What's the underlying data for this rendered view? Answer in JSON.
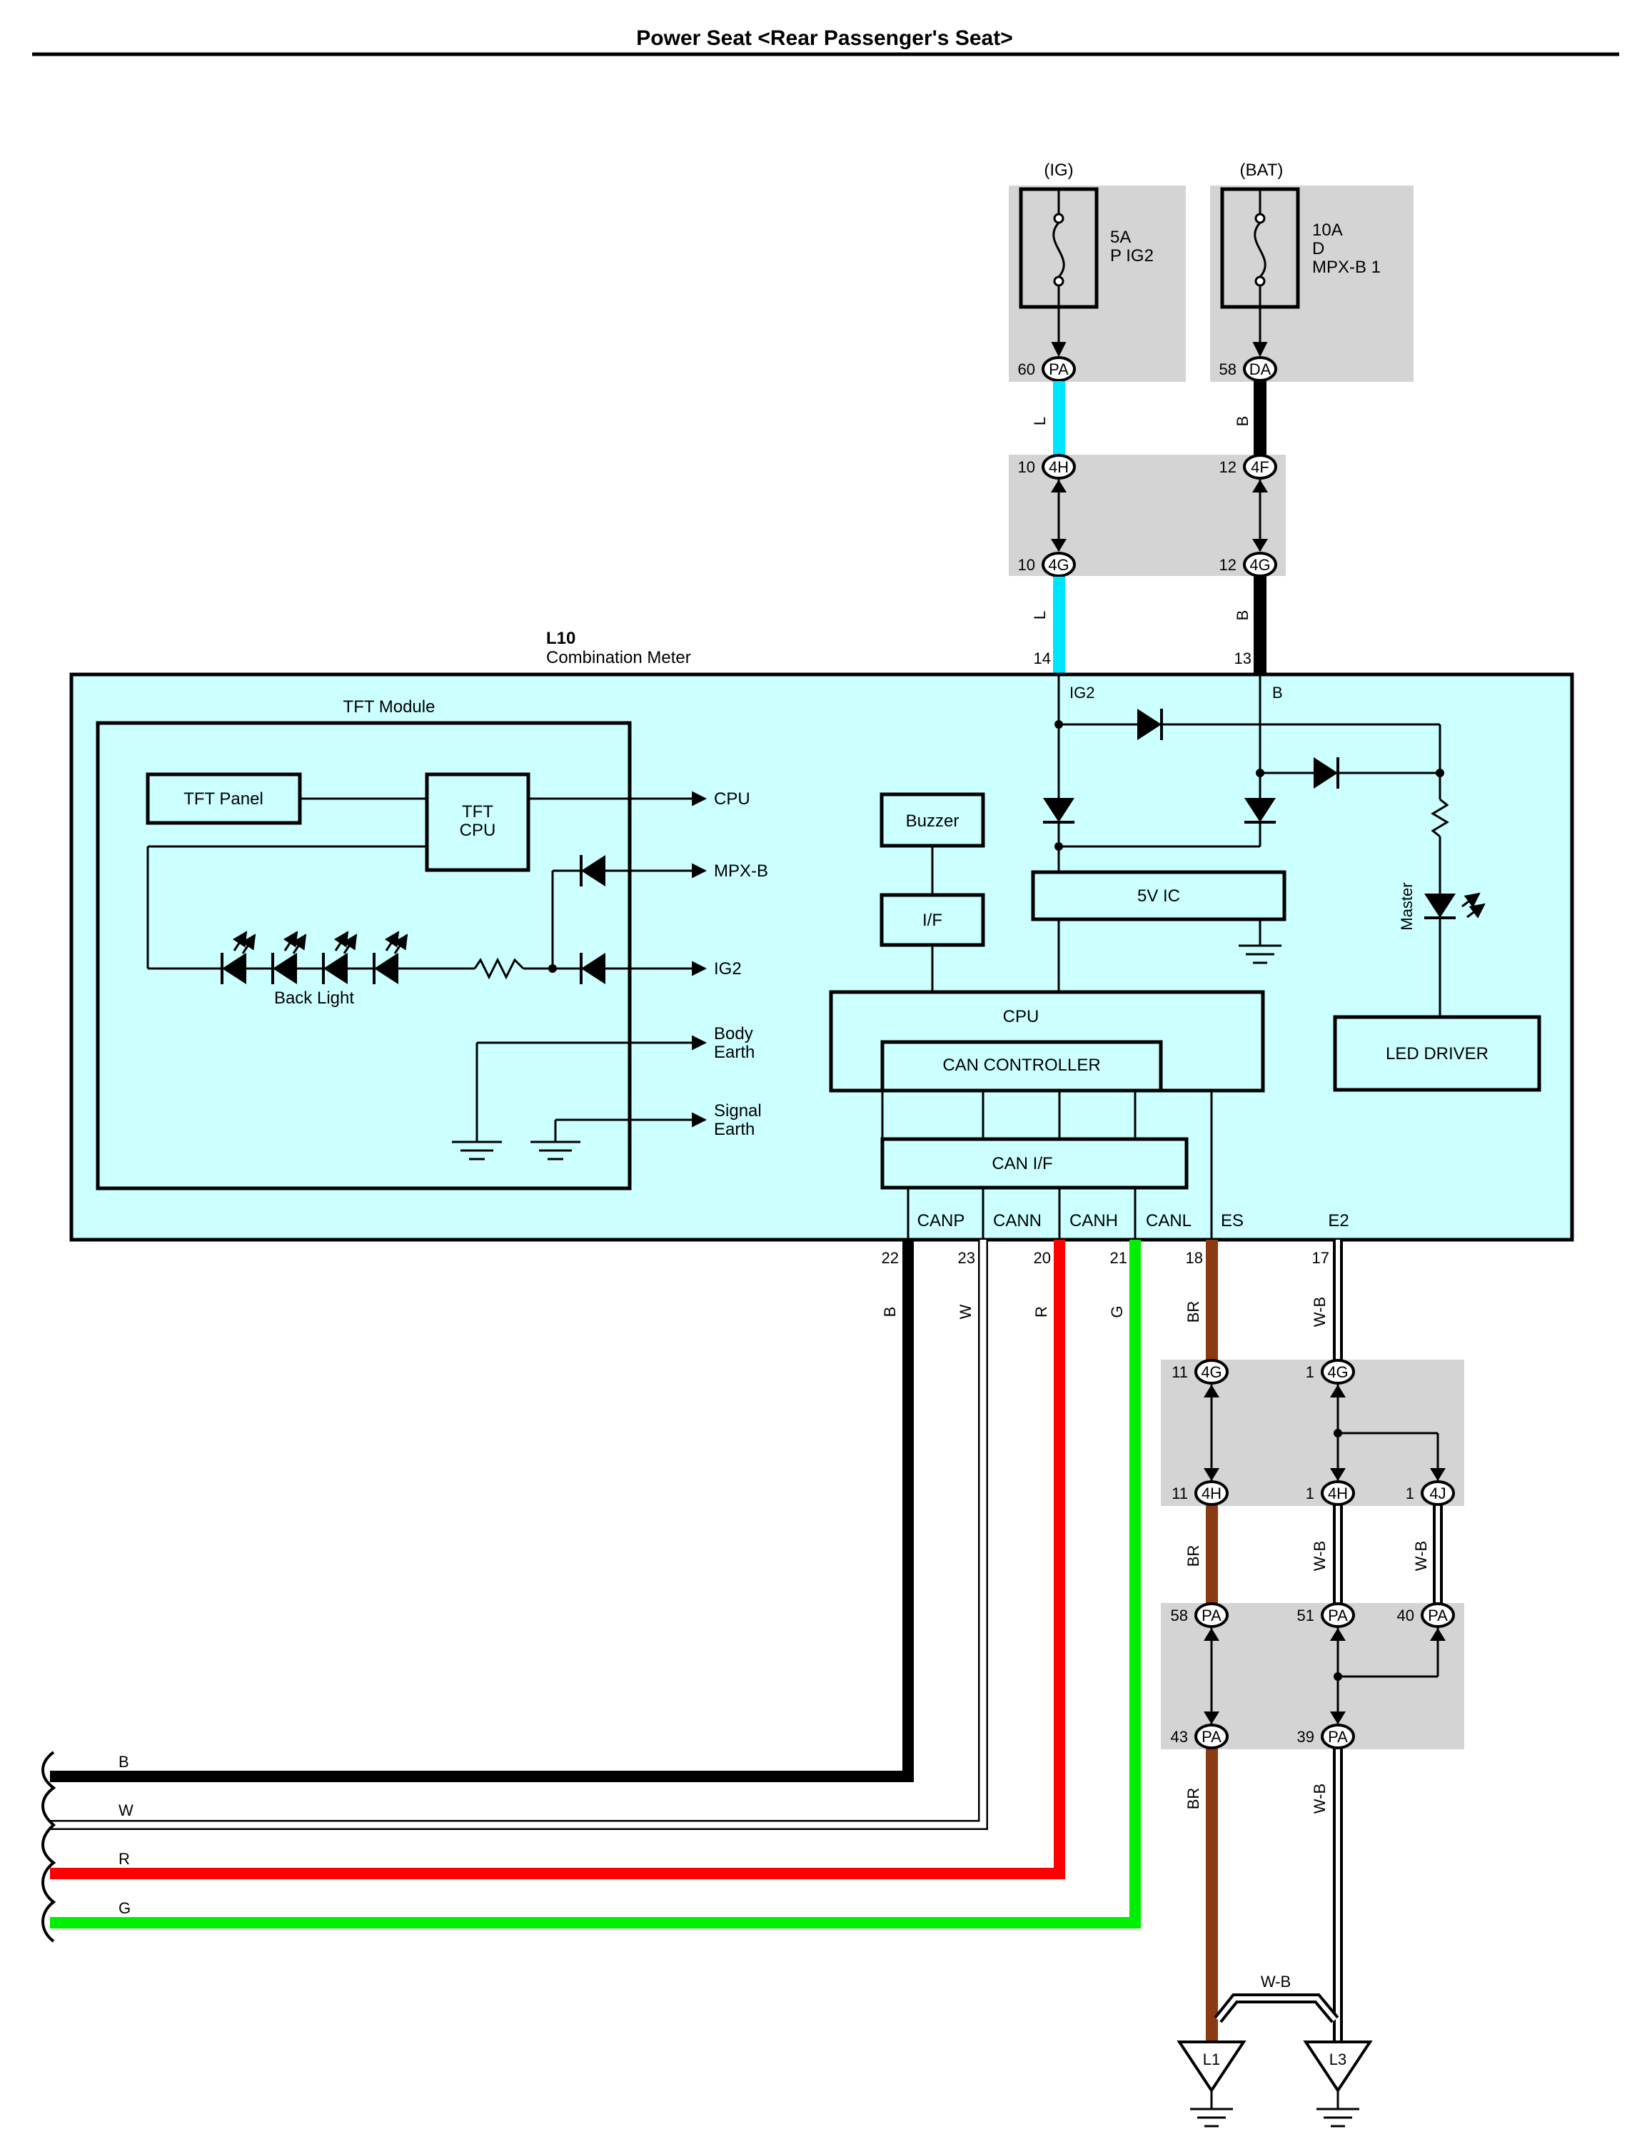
{
  "page_title": "Power Seat <Rear Passenger's Seat>",
  "sources": {
    "ig": {
      "label": "(IG)",
      "fuse_amp": "5A",
      "fuse_name": "P IG2",
      "pin": "60",
      "conn": "PA"
    },
    "bat": {
      "label": "(BAT)",
      "fuse_amp": "10A",
      "fuse_code": "D",
      "fuse_name": "MPX-B 1",
      "pin": "58",
      "conn": "DA"
    }
  },
  "upper_connectors": {
    "left_top": {
      "pin": "10",
      "conn": "4H"
    },
    "left_bottom": {
      "pin": "10",
      "conn": "4G"
    },
    "right_top": {
      "pin": "12",
      "conn": "4F"
    },
    "right_bottom": {
      "pin": "12",
      "conn": "4G"
    }
  },
  "upper_wires": {
    "ig_color_label": "L",
    "bat_color_label": "B"
  },
  "meter": {
    "code": "L10",
    "name": "Combination Meter",
    "pin_ig2": "14",
    "pin_b": "13",
    "ig2_label": "IG2",
    "b_label": "B",
    "tft_module": "TFT Module",
    "tft_panel": "TFT Panel",
    "tft_cpu_1": "TFT",
    "tft_cpu_2": "CPU",
    "back_light": "Back Light",
    "out_cpu": "CPU",
    "out_mpxb": "MPX-B",
    "out_ig2": "IG2",
    "out_body_1": "Body",
    "out_body_2": "Earth",
    "out_signal_1": "Signal",
    "out_signal_2": "Earth",
    "buzzer": "Buzzer",
    "if": "I/F",
    "five_v_ic": "5V IC",
    "cpu": "CPU",
    "can_controller": "CAN CONTROLLER",
    "can_if": "CAN I/F",
    "master": "Master",
    "led_driver": "LED DRIVER",
    "terminals": [
      {
        "label": "CANP",
        "pin": "22",
        "wire": "B"
      },
      {
        "label": "CANN",
        "pin": "23",
        "wire": "W"
      },
      {
        "label": "CANH",
        "pin": "20",
        "wire": "R"
      },
      {
        "label": "CANL",
        "pin": "21",
        "wire": "G"
      },
      {
        "label": "ES",
        "pin": "18",
        "wire": "BR"
      },
      {
        "label": "E2",
        "pin": "17",
        "wire": "W-B"
      }
    ]
  },
  "lower_connectors": {
    "c1": {
      "pin": "11",
      "conn": "4G"
    },
    "c2": {
      "pin": "1",
      "conn": "4G"
    },
    "c3": {
      "pin": "11",
      "conn": "4H"
    },
    "c4": {
      "pin": "1",
      "conn": "4H"
    },
    "c5": {
      "pin": "1",
      "conn": "4J"
    },
    "c6": {
      "pin": "58",
      "conn": "PA"
    },
    "c7": {
      "pin": "51",
      "conn": "PA"
    },
    "c8": {
      "pin": "40",
      "conn": "PA"
    },
    "c9": {
      "pin": "43",
      "conn": "PA"
    },
    "c10": {
      "pin": "39",
      "conn": "PA"
    }
  },
  "lower_wire_labels": {
    "br": "BR",
    "wb": "W-B",
    "wb_bridge": "W-B"
  },
  "bus_wires": [
    {
      "label": "B",
      "color": "#000000"
    },
    {
      "label": "W",
      "color": "#ffffff"
    },
    {
      "label": "R",
      "color": "#ff0000"
    },
    {
      "label": "G",
      "color": "#00ee00"
    }
  ],
  "grounds": {
    "g1": "L1",
    "g2": "L3"
  },
  "colors": {
    "meter_fill": "#ccffff",
    "light_blue": "#00e5ff",
    "brown": "#8b3a12",
    "red": "#ff0000",
    "green": "#00ee00",
    "gray_panel": "#d4d4d4"
  }
}
